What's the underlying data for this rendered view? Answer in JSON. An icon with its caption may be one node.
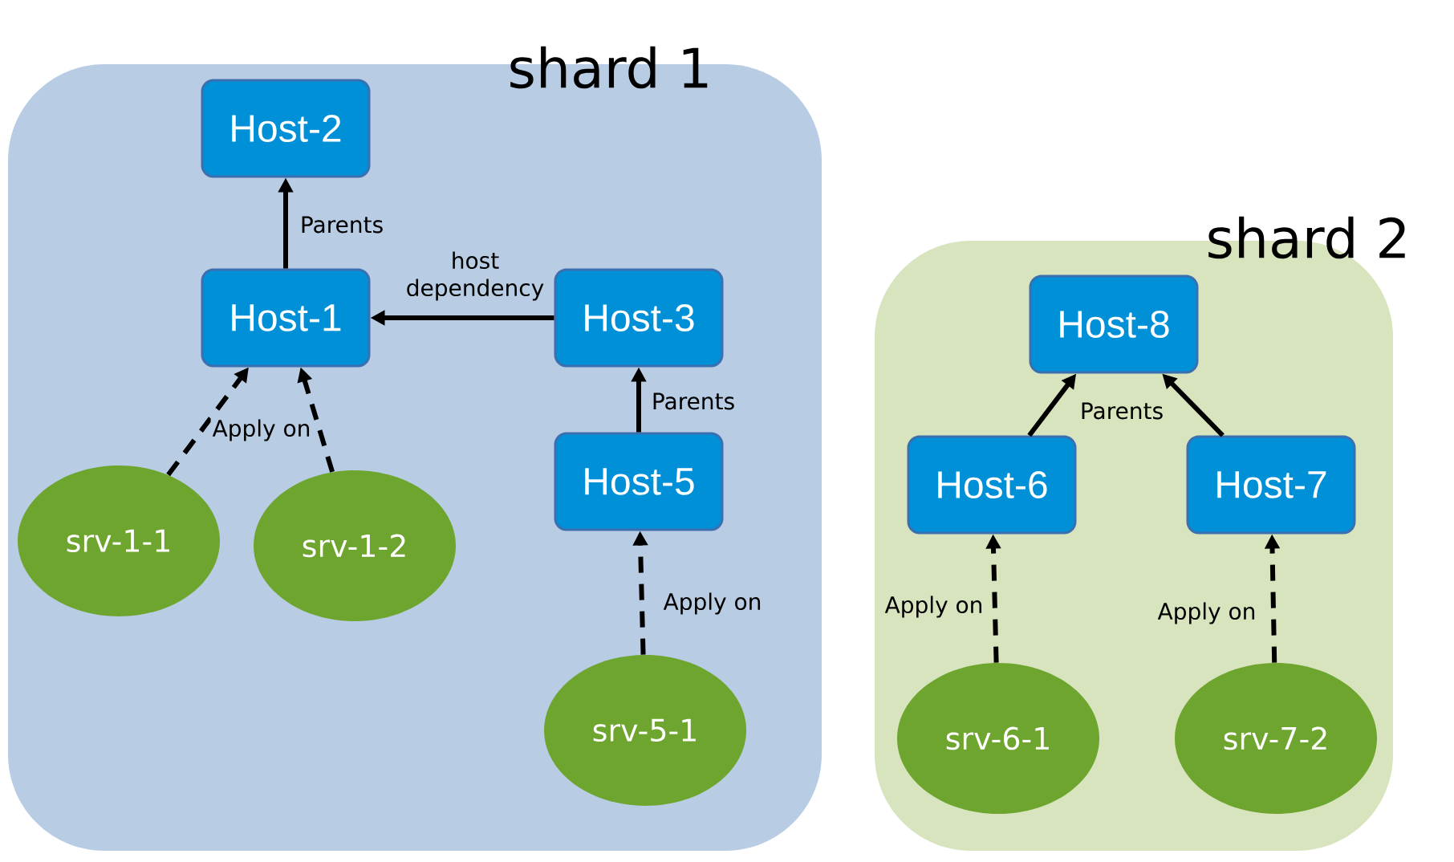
{
  "diagram": {
    "nodes": [
      {
        "text": [
          "shard 1"
        ]
      },
      {
        "text": [
          "Host-2"
        ],
        "in": 0
      },
      {
        "text": [
          "Host-1"
        ],
        "in": 0
      },
      {
        "text": [
          "Host-3"
        ],
        "in": 0
      },
      {
        "text": [
          "srv-1-1"
        ],
        "in": 0
      },
      {
        "text": [
          "srv-1-2"
        ],
        "in": 0
      },
      {
        "text": [
          "Host-5"
        ],
        "in": 0
      },
      {
        "text": [
          "srv-5-1"
        ],
        "in": 0
      },
      {
        "text": [
          "shard 2"
        ]
      },
      {
        "text": [
          "Host-8"
        ],
        "in": 8
      },
      {
        "text": [
          "Host-6"
        ],
        "in": 8
      },
      {
        "text": [
          "Host-7"
        ],
        "in": 8
      },
      {
        "text": [
          "srv-6-1"
        ],
        "in": 8
      },
      {
        "text": [
          "srv-7-2"
        ],
        "in": 8
      }
    ],
    "edges": [
      {
        "from": 2,
        "to": 1,
        "arrow": "to",
        "label": "Parents"
      },
      {
        "from": 3,
        "to": 2,
        "arrow": "to",
        "label": "host dependency"
      },
      {
        "from": 4,
        "to": 2,
        "arrow": "to",
        "style": "dashed",
        "label": "Apply on"
      },
      {
        "from": 5,
        "to": 2,
        "arrow": "to",
        "style": "dashed"
      },
      {
        "from": 6,
        "to": 3,
        "arrow": "to",
        "label": "Parents"
      },
      {
        "from": 7,
        "to": 6,
        "arrow": "to",
        "style": "dashed",
        "label": "Apply on"
      },
      {
        "from": 10,
        "to": 9,
        "arrow": "to",
        "label": "Parents"
      },
      {
        "from": 11,
        "to": 9,
        "arrow": "to"
      },
      {
        "from": 12,
        "to": 10,
        "arrow": "to",
        "style": "dashed",
        "label": "Apply on"
      },
      {
        "from": 13,
        "to": 11,
        "arrow": "to",
        "style": "dashed",
        "label": "Apply on"
      }
    ]
  }
}
